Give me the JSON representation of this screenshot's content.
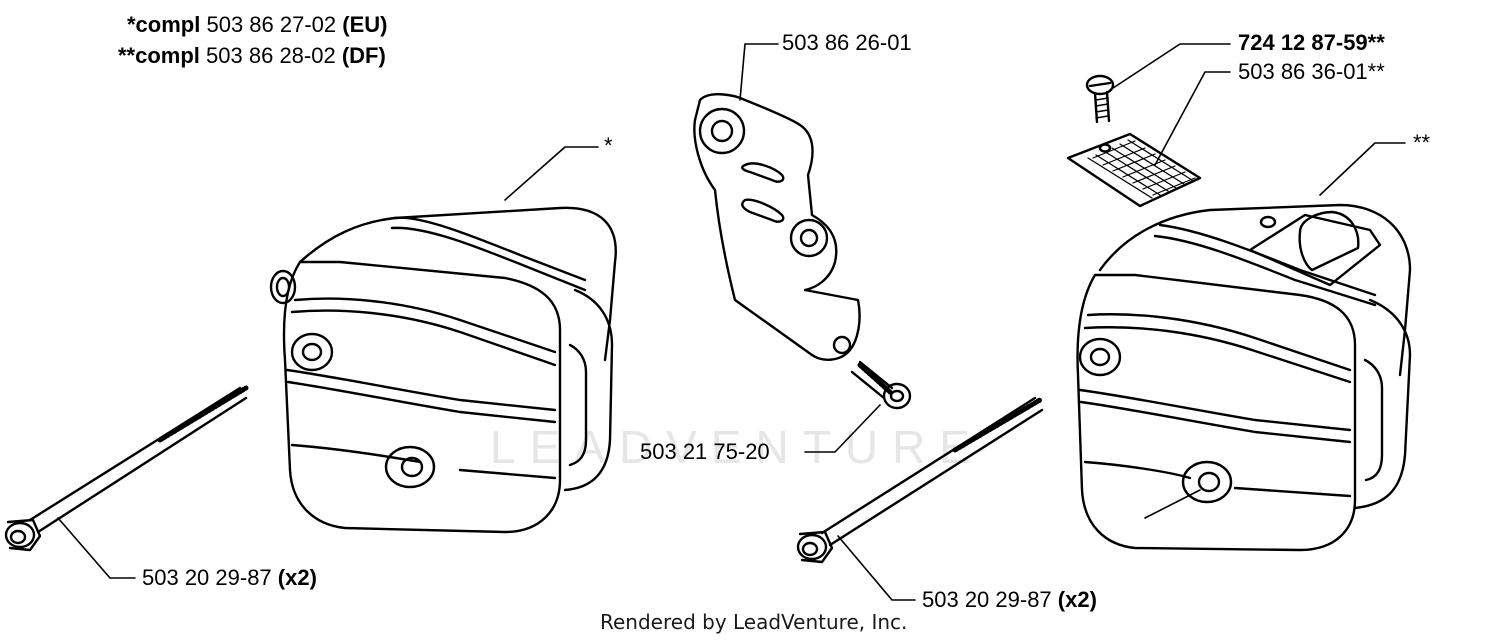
{
  "header": {
    "line1": {
      "prefix": "*compl",
      "number": "503 86 27-02",
      "suffix": "(EU)"
    },
    "line2": {
      "prefix": "**compl",
      "number": "503 86 28-02",
      "suffix": "(DF)"
    }
  },
  "callouts": {
    "bracket": "503 86 26-01",
    "screw_top": {
      "number": "724 12 87-59",
      "mark": "**"
    },
    "screen": "503 86 36-01**",
    "left_muffler_mark": "*",
    "right_muffler_mark": "**",
    "bracket_screw": "503 21 75-20",
    "left_bolt": {
      "number": "503 20 29-87",
      "qty": "(x2)"
    },
    "right_bolt": {
      "number": "503 20 29-87",
      "qty": "(x2)"
    }
  },
  "watermark": "LEADVENTURE",
  "footer": "Rendered by LeadVenture, Inc."
}
